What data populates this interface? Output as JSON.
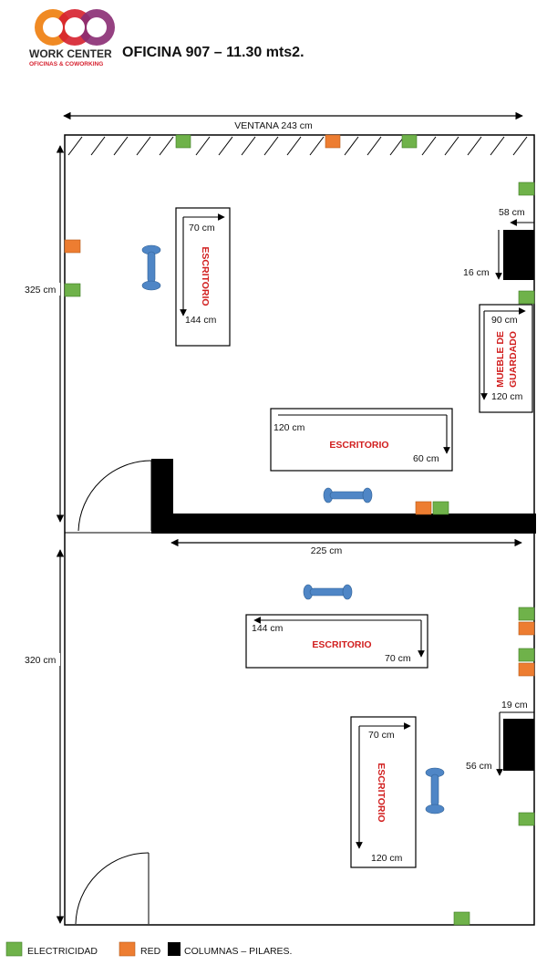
{
  "header": {
    "logo_text": "WORK CENTER",
    "logo_subtext": "OFICINAS & COWORKING",
    "title": "OFICINA 907 – 11.30 mts2."
  },
  "dimensions": {
    "ventana": "VENTANA 243 cm",
    "top_height": "325 cm",
    "bottom_height": "320 cm",
    "partition_width": "225 cm"
  },
  "desk_1": {
    "label": "ESCRITORIO",
    "width": "70 cm",
    "length": "144 cm"
  },
  "desk_2": {
    "label": "ESCRITORIO",
    "width": "120 cm",
    "depth": "60 cm"
  },
  "cabinet": {
    "label_line1": "MUEBLE DE",
    "label_line2": "GUARDADO",
    "width": "90 cm",
    "length": "120 cm"
  },
  "column_top": {
    "width": "58 cm",
    "depth": "16 cm"
  },
  "desk_3": {
    "label": "ESCRITORIO",
    "width": "144 cm",
    "depth": "70 cm"
  },
  "column_bottom": {
    "width": "19 cm",
    "depth": "56 cm"
  },
  "desk_4": {
    "label": "ESCRITORIO",
    "width": "70 cm",
    "length": "120 cm"
  },
  "legend": {
    "electricidad": "ELECTRICIDAD",
    "red": "RED",
    "columnas": "COLUMNAS – PILARES."
  },
  "colors": {
    "electricidad": "#6fb24a",
    "red": "#ed7d31",
    "columna": "#000000",
    "chair": "#4f86c6",
    "desk_text": "#d11e1e"
  }
}
